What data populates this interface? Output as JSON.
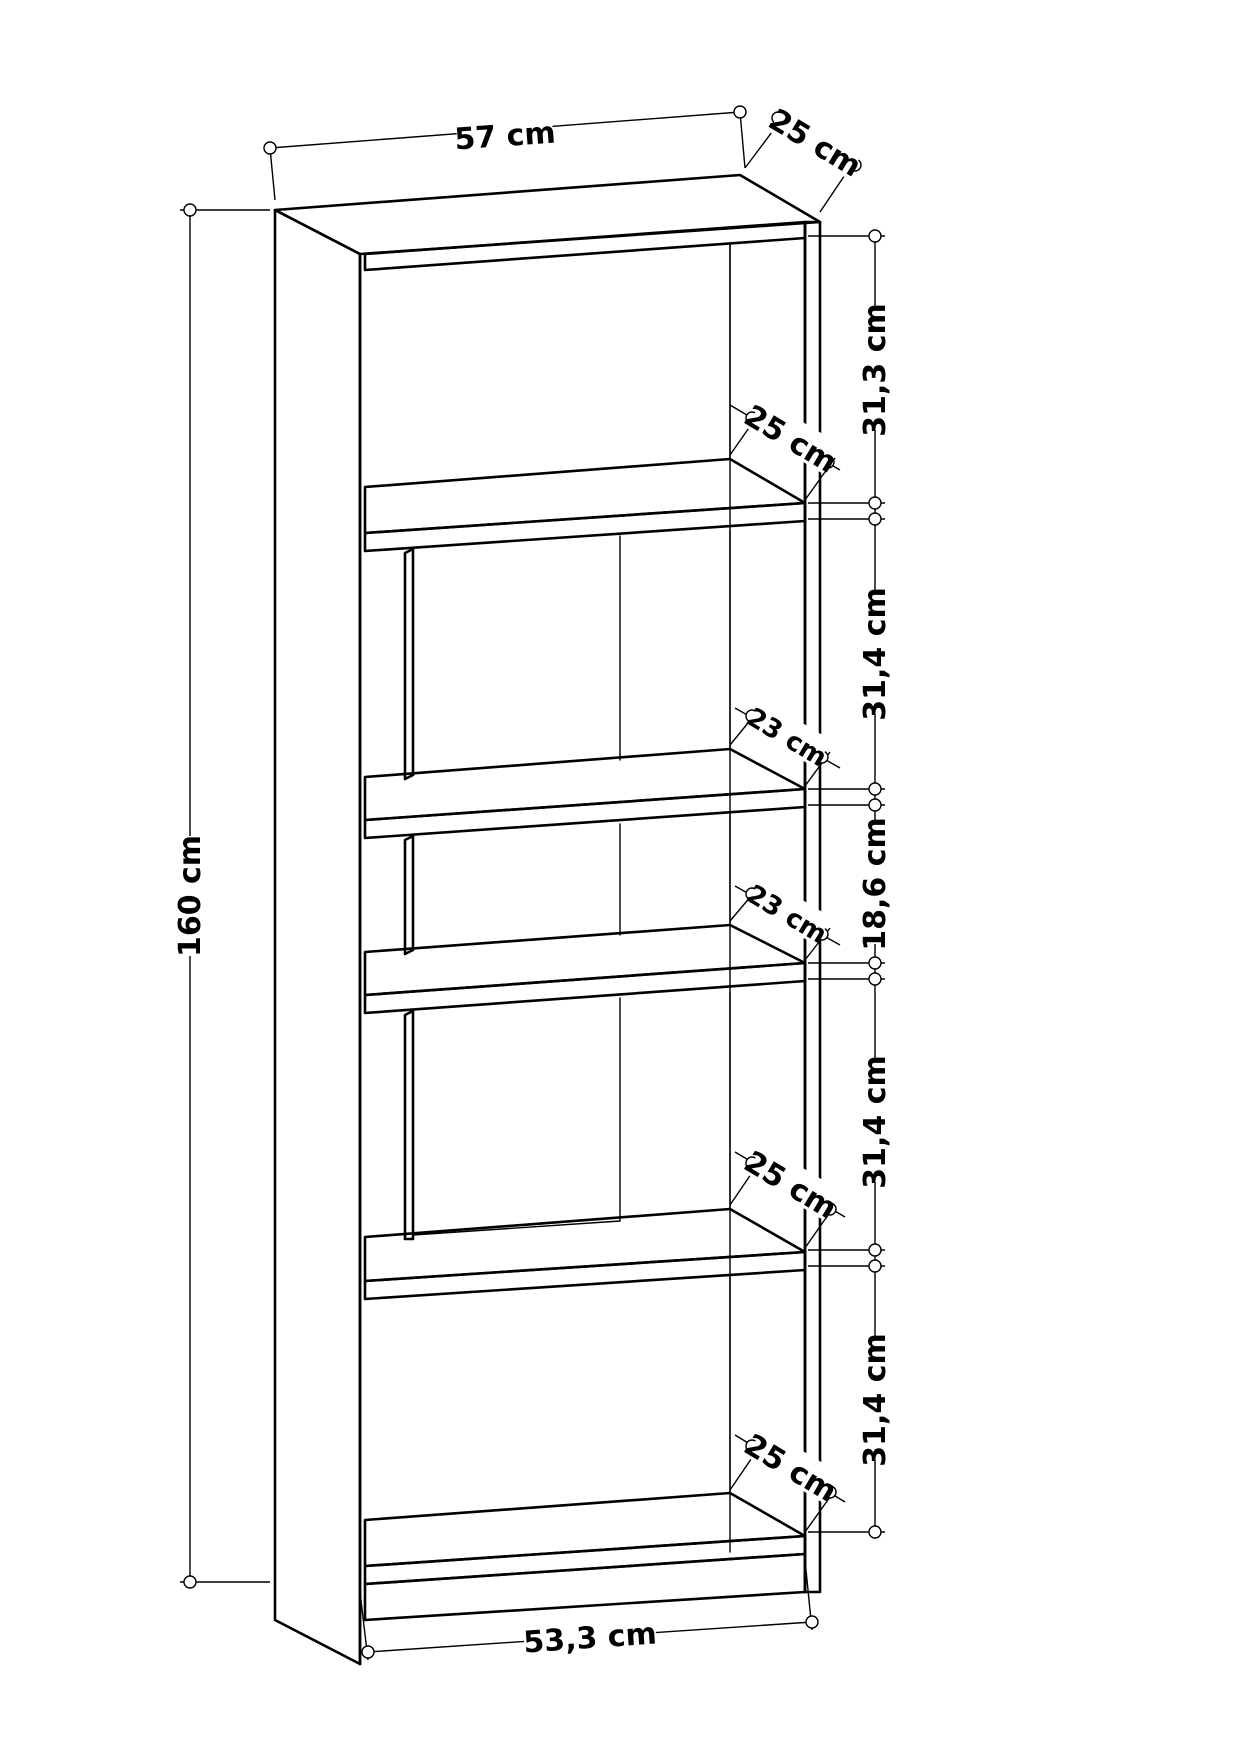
{
  "labels": {
    "total_width": "57 cm",
    "top_depth": "25 cm",
    "total_height": "160 cm",
    "inner_width": "53,3 cm",
    "compartment_1_height": "31,3 cm",
    "compartment_2_height": "31,4 cm",
    "compartment_3_height": "18,6 cm",
    "compartment_4_height": "31,4 cm",
    "compartment_5_height": "31,4 cm",
    "shelf_1_depth": "25 cm",
    "shelf_2_depth": "23 cm",
    "shelf_3_depth": "23 cm",
    "shelf_4_depth": "25 cm",
    "shelf_5_depth": "25 cm"
  }
}
